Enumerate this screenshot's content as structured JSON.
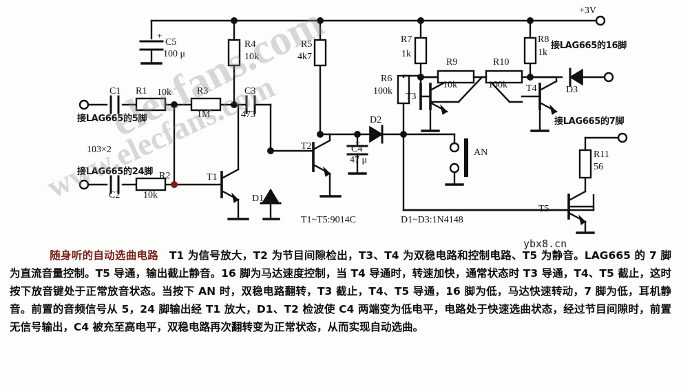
{
  "meta": {
    "title": "随身听的自动选曲电路",
    "watermark_1": "elecfans.com",
    "watermark_2": "www.elecfans.com",
    "watermark_site": "ybx8.cn"
  },
  "schematic": {
    "supply_label": "+3V",
    "notes": {
      "cap_code": "103×2",
      "transistors": "T1~T5:9014C",
      "diodes": "D1~D3:1N4148"
    },
    "ports": [
      {
        "id": "port-5",
        "label": "接LAG665的5脚"
      },
      {
        "id": "port-24",
        "label": "接LAG665的24脚"
      },
      {
        "id": "port-16",
        "label": "接LAG665的16脚"
      },
      {
        "id": "port-7",
        "label": "接LAG665的7脚"
      }
    ],
    "components": [
      {
        "ref": "C1",
        "value": ""
      },
      {
        "ref": "C2",
        "value": ""
      },
      {
        "ref": "C3",
        "value": "473"
      },
      {
        "ref": "C4",
        "value": "47 μ"
      },
      {
        "ref": "C5",
        "value": "100 μ"
      },
      {
        "ref": "R1",
        "value": "10k"
      },
      {
        "ref": "R2",
        "value": "10k"
      },
      {
        "ref": "R3",
        "value": "1M"
      },
      {
        "ref": "R4",
        "value": "10k"
      },
      {
        "ref": "R5",
        "value": "4k7"
      },
      {
        "ref": "R6",
        "value": "100k"
      },
      {
        "ref": "R7",
        "value": "1k"
      },
      {
        "ref": "R8",
        "value": "1k"
      },
      {
        "ref": "R9",
        "value": "10k"
      },
      {
        "ref": "R10",
        "value": "100k"
      },
      {
        "ref": "R11",
        "value": "56"
      },
      {
        "ref": "T1",
        "value": ""
      },
      {
        "ref": "T2",
        "value": ""
      },
      {
        "ref": "T3",
        "value": ""
      },
      {
        "ref": "T4",
        "value": ""
      },
      {
        "ref": "T5",
        "value": ""
      },
      {
        "ref": "D1",
        "value": ""
      },
      {
        "ref": "D2",
        "value": ""
      },
      {
        "ref": "D3",
        "value": ""
      },
      {
        "ref": "AN",
        "value": ""
      }
    ],
    "labels": {
      "c1": "C1",
      "c2": "C2",
      "c3": "C3",
      "c3_val": "473",
      "c4": "C4",
      "c4_val": "47 μ",
      "c5": "C5",
      "c5_val": "100 μ",
      "r1": "R1",
      "r1_val": "10k",
      "r2": "R2",
      "r2_val": "10k",
      "r3": "R3",
      "r3_val": "1M",
      "r4": "R4",
      "r4_val": "10k",
      "r5": "R5",
      "r5_val": "4k7",
      "r6": "R6",
      "r6_val": "100k",
      "r7": "R7",
      "r7_val": "1k",
      "r8": "R8",
      "r8_val": "1k",
      "r9": "R9",
      "r9_val": "10k",
      "r10": "R10",
      "r10_val": "100k",
      "r11": "R11",
      "r11_val": "56",
      "t1": "T1",
      "t2": "T2",
      "t3": "T3",
      "t4": "T4",
      "t5": "T5",
      "d1": "D1",
      "d2": "D2",
      "d3": "D3",
      "an": "AN",
      "plus_c4": "+",
      "plus_c5": "+"
    }
  },
  "description": {
    "title": "随身听的自动选曲电路",
    "paragraph": "T1 为信号放大，T2 为节目间隙检出，T3、T4 为双稳电路和控制电路、T5 为静音。LAG665 的 7 脚为直流音量控制。T5 导通，输出截止静音。16 脚为马达速度控制，当 T4 导通时，转速加快，通常状态时 T3 导通，T4、T5 截止，这时按下放音键处于正常放音状态。当按下 AN 时，双稳电路翻转，T3 截止，T4、T5 导通，16 脚为低，马达快速转动，7 脚为低，耳机静音。前置的音频信号从 5，24 脚输出经 T1 放大，D1、T2 检波使 C4 两端变为低电平，电路处于快速选曲状态，经过节目间隙时，前置无信号输出，C4 被充至高电平，双稳电路再次翻转变为正常状态，从而实现自动选曲。"
  }
}
